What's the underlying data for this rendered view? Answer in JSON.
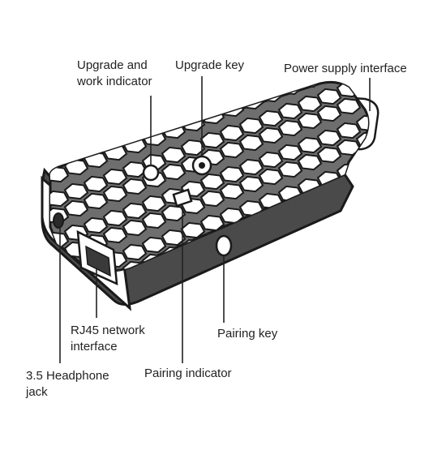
{
  "colors": {
    "background": "#ffffff",
    "outline": "#1a1a1a",
    "body_top": "#6e6e6e",
    "body_side": "#4a4a4a",
    "hex_cell": "#ffffff",
    "usb_plug": "#ffffff",
    "text": "#222222"
  },
  "labels": {
    "upgrade_work_indicator": [
      "Upgrade and",
      "work indicator"
    ],
    "upgrade_key": "Upgrade key",
    "power_supply_interface": "Power supply interface",
    "rj45_interface": [
      "RJ45 network",
      "interface"
    ],
    "pairing_key": "Pairing key",
    "headphone_jack": [
      "3.5 Headphone",
      "jack"
    ],
    "pairing_indicator": "Pairing indicator"
  }
}
